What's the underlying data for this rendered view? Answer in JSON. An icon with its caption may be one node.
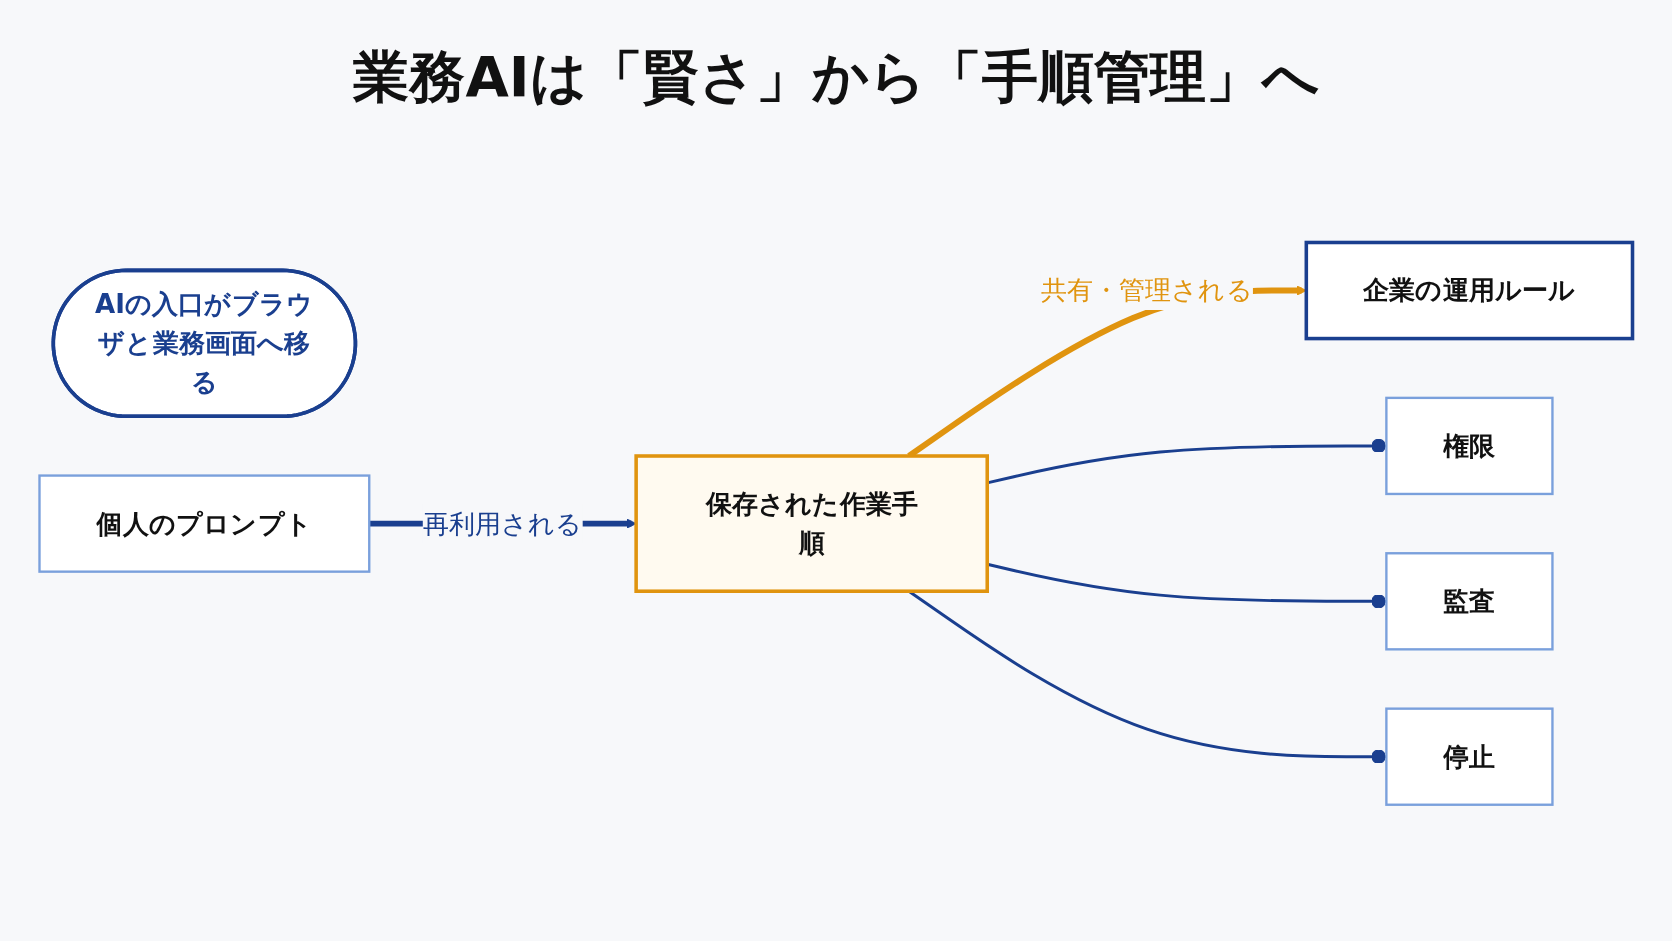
{
  "diagram": {
    "title": "業務AIは「賢さ」から「手順管理」へ",
    "nodes": [
      {
        "text": [
          "AIの入口がブラウザと業務画面へ移る"
        ]
      },
      {
        "text": [
          "個人のプロンプト"
        ]
      },
      {
        "text": [
          "保存された作業手順"
        ]
      },
      {
        "text": [
          "企業の運用ルール"
        ]
      },
      {
        "text": [
          "権限"
        ]
      },
      {
        "text": [
          "監査"
        ]
      },
      {
        "text": [
          "停止"
        ]
      }
    ],
    "edges": [
      {
        "from": 1,
        "to": 2,
        "label": "再利用される",
        "arrow": "to",
        "style": "thick"
      },
      {
        "from": 2,
        "to": 3,
        "label": "共有・管理される",
        "arrow": "to",
        "style": "thick",
        "color": "#e0940f"
      },
      {
        "from": 2,
        "to": 4,
        "arrow": "other"
      },
      {
        "from": 2,
        "to": 5,
        "arrow": "other"
      },
      {
        "from": 2,
        "to": 6,
        "arrow": "other"
      }
    ]
  }
}
